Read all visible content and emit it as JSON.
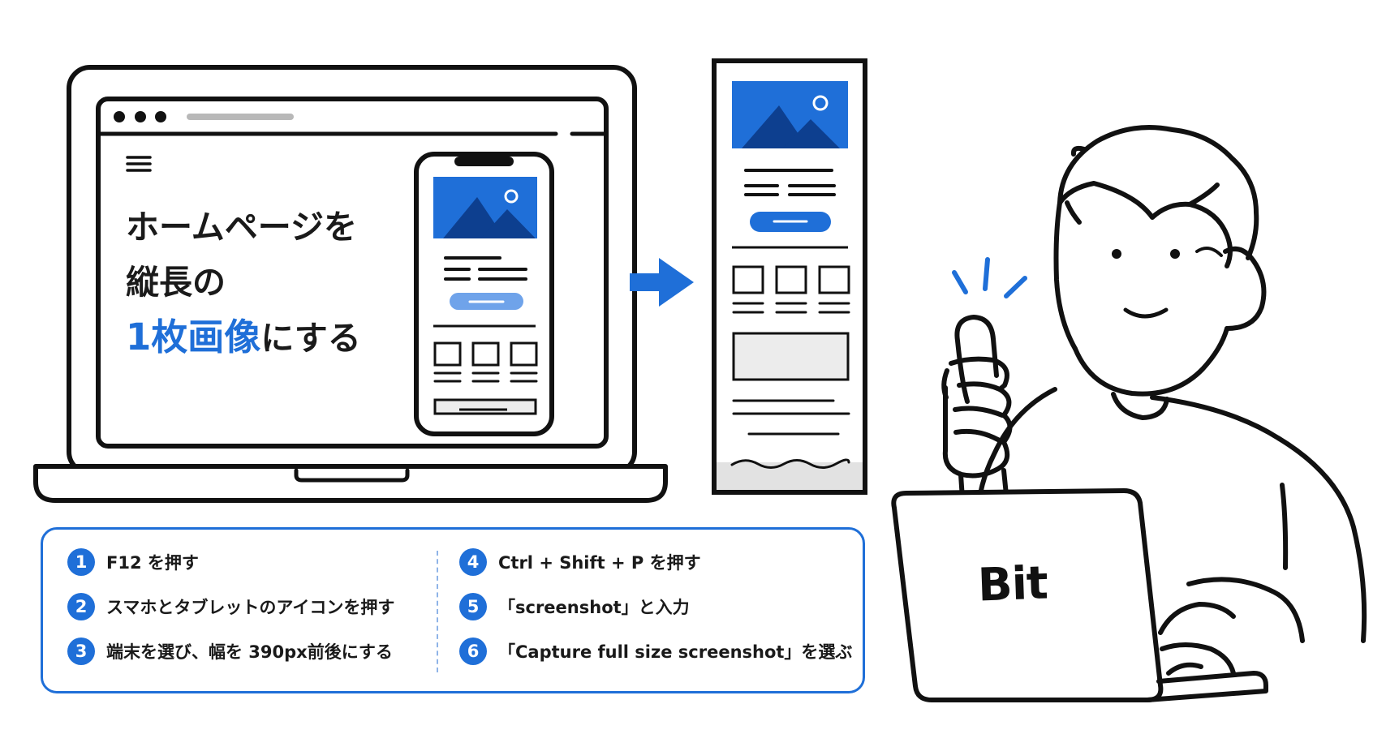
{
  "hero": {
    "line1": "ホームページを",
    "line2": "縦長の",
    "line3_highlight": "1枚画像",
    "line3_rest": "にする"
  },
  "brand": "Bit",
  "steps": [
    {
      "num": "1",
      "text": "F12 を押す"
    },
    {
      "num": "2",
      "text": "スマホとタブレットのアイコンを押す"
    },
    {
      "num": "3",
      "text": "端末を選び、幅を 390px前後にする"
    },
    {
      "num": "4",
      "text": "Ctrl + Shift + P を押す"
    },
    {
      "num": "5",
      "text": "「screenshot」と入力"
    },
    {
      "num": "6",
      "text": "「Capture full size screenshot」を選ぶ"
    }
  ],
  "colors": {
    "accent": "#1f6fd8",
    "accent_dark": "#0d3f8f",
    "line": "#111111"
  },
  "icons": [
    "hamburger-icon",
    "arrow-right-icon",
    "image-placeholder-icon"
  ]
}
